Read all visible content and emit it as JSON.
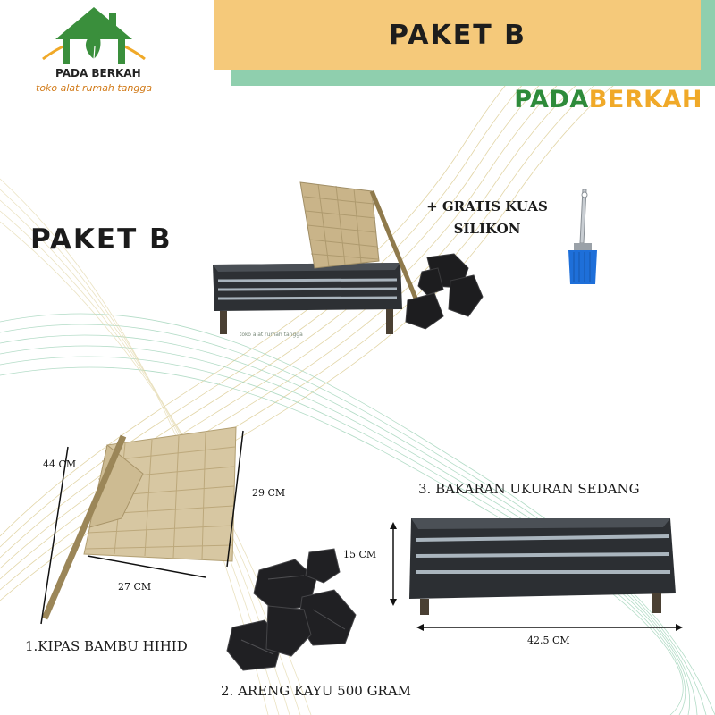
{
  "logo": {
    "name": "PADA BERKAH",
    "tagline": "toko alat rumah tangga"
  },
  "banner": {
    "title": "PAKET B"
  },
  "brand": {
    "part1": "PADA",
    "part2": "BERKAH",
    "color1": "#2e8b3a",
    "color2": "#f0a928"
  },
  "heading": "PAKET B",
  "bonus": {
    "line1": "+ GRATIS KUAS",
    "line2": "SILIKON"
  },
  "products": {
    "item1": {
      "label": "1.KIPAS BAMBU HIHID",
      "dim_height": "44 CM",
      "dim_side": "29 CM",
      "dim_width": "27 CM"
    },
    "item2": {
      "label": "2. ARENG KAYU 500 GRAM"
    },
    "item3": {
      "label": "3. BAKARAN UKURAN SEDANG",
      "dim_height": "15 CM",
      "dim_width": "42.5 CM"
    }
  },
  "colors": {
    "banner": "#f5c97a",
    "banner_accent": "#8fcfae",
    "brush": "#1e6fd9"
  }
}
